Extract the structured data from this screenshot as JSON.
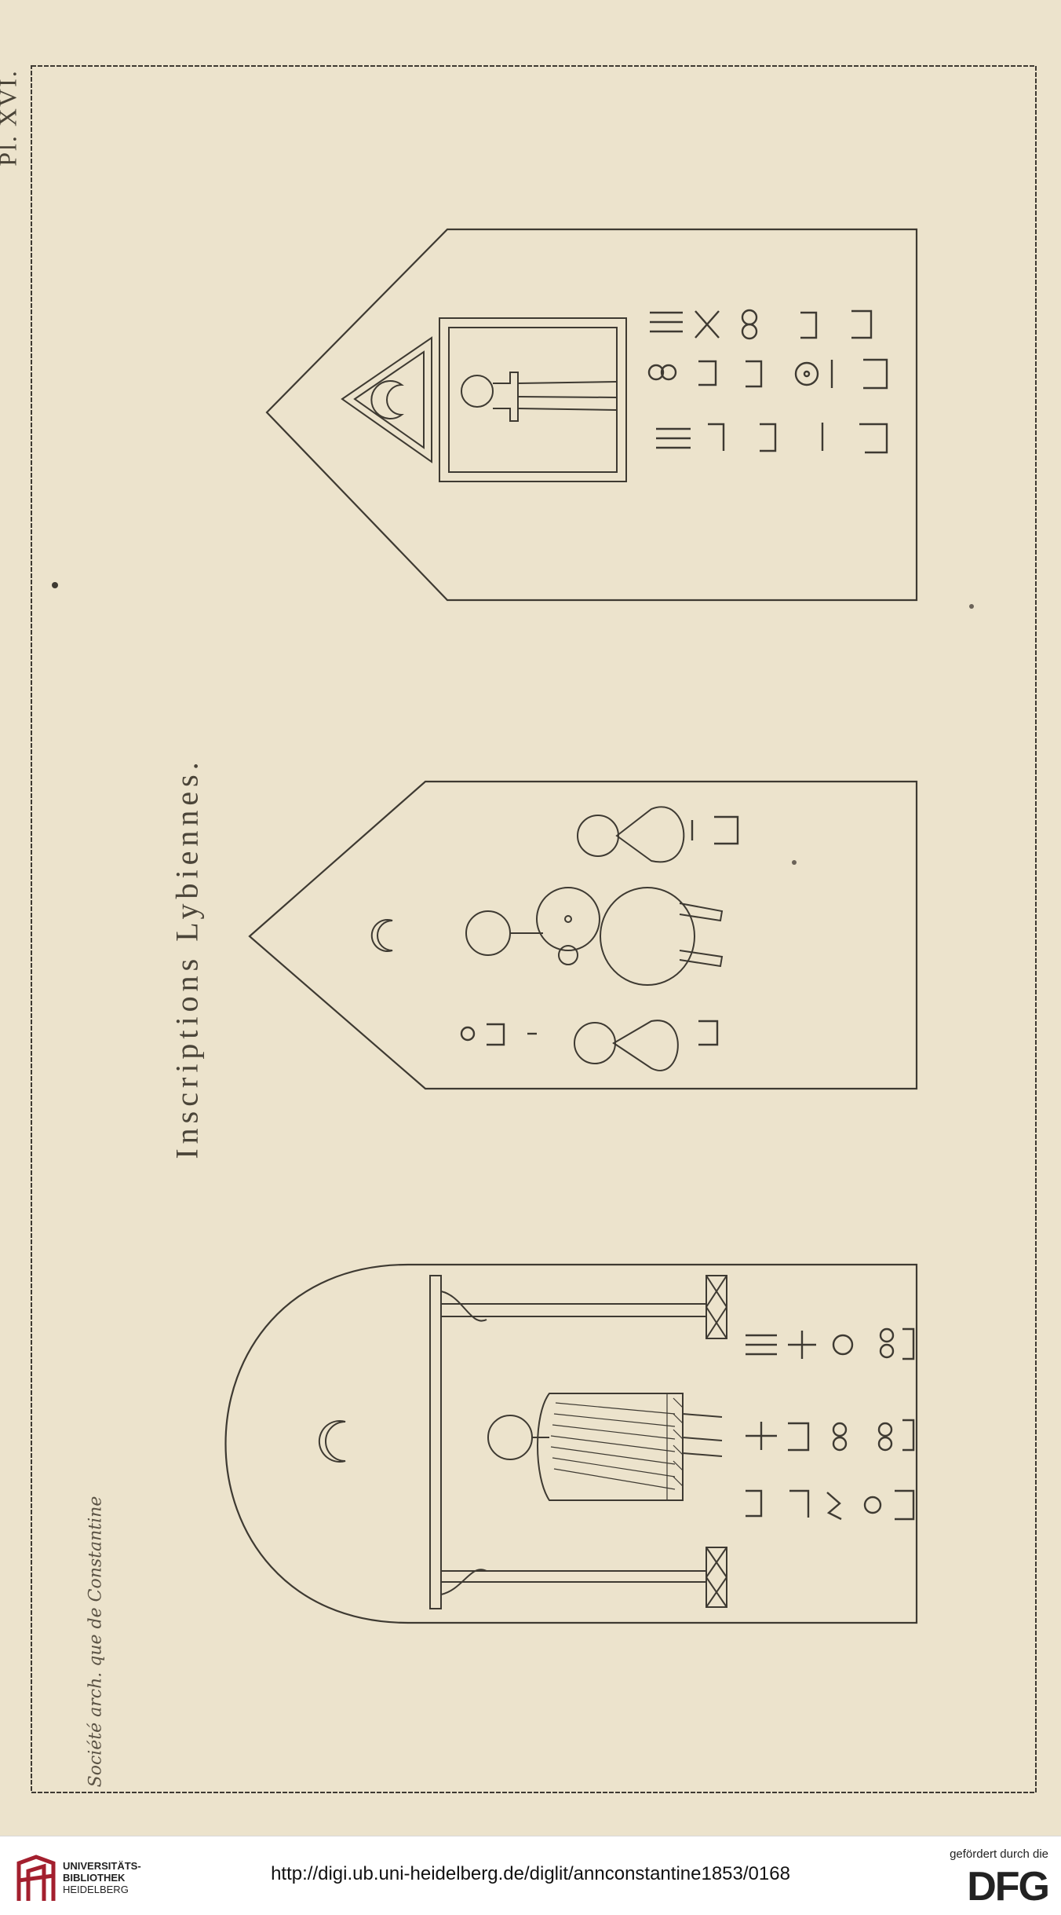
{
  "plate": {
    "number": "Pl. XVI.",
    "title": "Inscriptions Lybiennes.",
    "publisher": "Société arch. que de Constantine"
  },
  "footer": {
    "library_line1": "UNIVERSITÄTS-",
    "library_line2": "BIBLIOTHEK",
    "library_line3": "HEIDELBERG",
    "url": "http://digi.ub.uni-heidelberg.de/diglit/annconstantine1853/0168",
    "funding_caption": "gefördert durch die",
    "funding_logo": "DFG"
  },
  "colors": {
    "paper": "#ece3cc",
    "ink": "#4a4438",
    "library_red": "#a31f2e"
  }
}
